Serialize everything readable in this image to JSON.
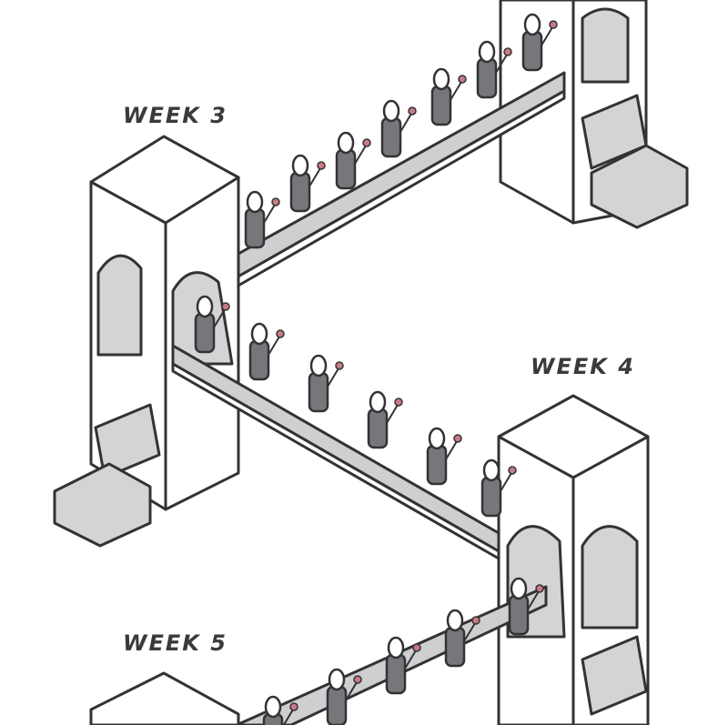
{
  "illustration": {
    "labels": {
      "week3": "WEEK 3",
      "week4": "WEEK 4",
      "week5": "WEEK 5"
    },
    "colors": {
      "background": "#ffffff",
      "outline": "#333335",
      "conveyor": "#cfcfd1",
      "tower": "#ffffff",
      "tower_shade": "#d4d4d6",
      "suit": "#77777b",
      "suit_dark": "#5e5e62",
      "head": "#ffffff",
      "rose": "#c97a84"
    }
  }
}
